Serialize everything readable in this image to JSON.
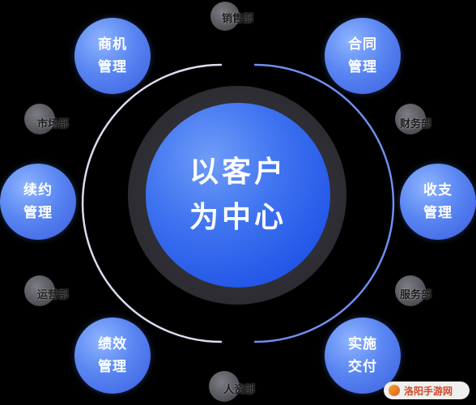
{
  "center": {
    "line1": "以客户",
    "line2": "为中心"
  },
  "nodes": [
    {
      "id": "opportunity",
      "line1": "商机",
      "line2": "管理"
    },
    {
      "id": "contract",
      "line1": "合同",
      "line2": "管理"
    },
    {
      "id": "renewal",
      "line1": "续约",
      "line2": "管理"
    },
    {
      "id": "payment",
      "line1": "收支",
      "line2": "管理"
    },
    {
      "id": "performance",
      "line1": "绩效",
      "line2": "管理"
    },
    {
      "id": "delivery",
      "line1": "实施",
      "line2": "交付"
    }
  ],
  "departments": [
    {
      "id": "sales",
      "label": "销售部"
    },
    {
      "id": "market",
      "label": "市场部"
    },
    {
      "id": "finance",
      "label": "财务部"
    },
    {
      "id": "operations",
      "label": "运营部"
    },
    {
      "id": "service",
      "label": "服务部"
    },
    {
      "id": "hr",
      "label": "人资部"
    }
  ],
  "watermark": {
    "text": "洛阳手游网"
  },
  "colors": {
    "background": "#000000",
    "node_blue": "#5a86f2",
    "core_blue": "#2458e8",
    "ring_gray": "#2c2c32",
    "arc_accent": "#6f8ff0",
    "dept_gray": "#55555c"
  }
}
